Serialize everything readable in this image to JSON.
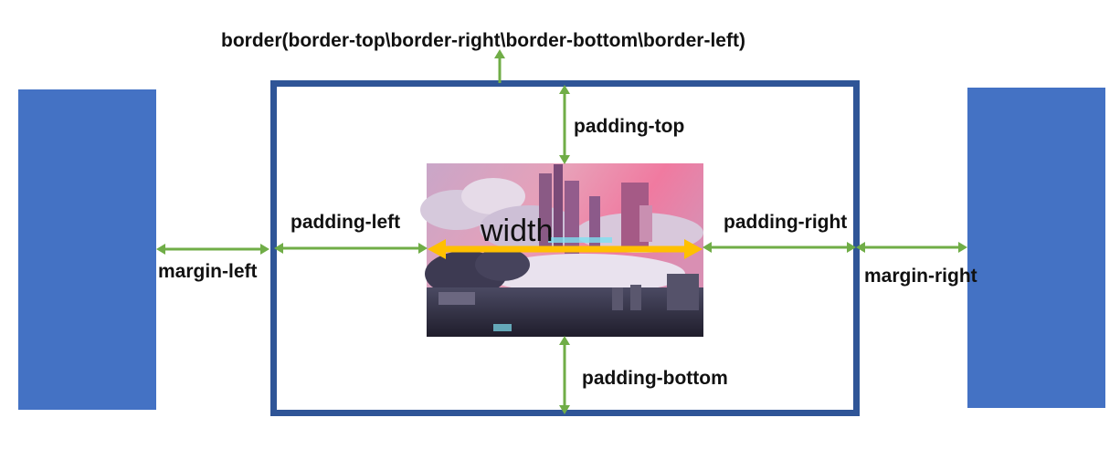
{
  "labels": {
    "border": "border(border-top\\border-right\\border-bottom\\border-left)",
    "padding_top": "padding-top",
    "padding_left": "padding-left",
    "padding_right": "padding-right",
    "padding_bottom": "padding-bottom",
    "margin_left": "margin-left",
    "margin_right": "margin-right",
    "width": "width"
  },
  "colors": {
    "neighbor_box": "#4472C4",
    "border": "#2F5597",
    "arrow": "#70AD47",
    "width_arrow": "#FFC000",
    "text": "#111111"
  },
  "icons": {
    "content_image": "fantasy-city-illustration"
  }
}
